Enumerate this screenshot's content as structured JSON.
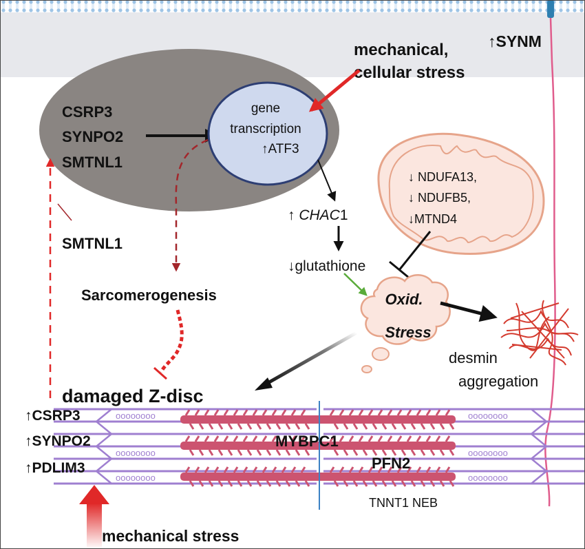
{
  "top_right": {
    "synm": "↑SYNM"
  },
  "stress_top": {
    "line1": "mechanical,",
    "line2": "cellular stress"
  },
  "nucleus_genes": [
    "CSRP3",
    "SYNPO2",
    "SMTNL1"
  ],
  "gene_circle": {
    "line1": "gene",
    "line2": "transcription",
    "line3": "↑ATF3"
  },
  "mito_genes": [
    "↓ NDUFA13,",
    "↓ NDUFB5,",
    "↓MTND4"
  ],
  "chac1": {
    "arrow": "↑",
    "italic": "CHAC",
    "rest": "1"
  },
  "glutathione": "↓glutathione",
  "oxid": {
    "line1": "Oxid.",
    "line2": "Stress"
  },
  "desmin": {
    "line1": "desmin",
    "line2": "aggregation"
  },
  "smtnl1_label": "SMTNL1",
  "sarcomerogenesis": "Sarcomerogenesis",
  "damaged_zdisc": "damaged Z-disc",
  "upregulated": [
    "↑CSRP3",
    "↑SYNPO2",
    "↑PDLIM3"
  ],
  "sarcomere_labels": {
    "mybpc1": "MYBPC1",
    "pfn2": "PFN2",
    "tnnt1_neb": "TNNT1 NEB"
  },
  "mechanical_stress": "mechanical stress",
  "spring_text": "oooooooo",
  "colors": {
    "membrane": "#9ec4e6",
    "nucleus": "#8a8582",
    "gene_circle": "#cfd9ee",
    "gene_border": "#2d3e73",
    "red_arrow": "#e02828",
    "dark_red": "#a3262b",
    "green_arrow": "#5aab3a",
    "mito_fill": "#fbe6df",
    "mito_stroke": "#e6a48a",
    "myosin": "#cc5470",
    "actin": "#9f7fd0",
    "mline": "#3b82c4"
  }
}
